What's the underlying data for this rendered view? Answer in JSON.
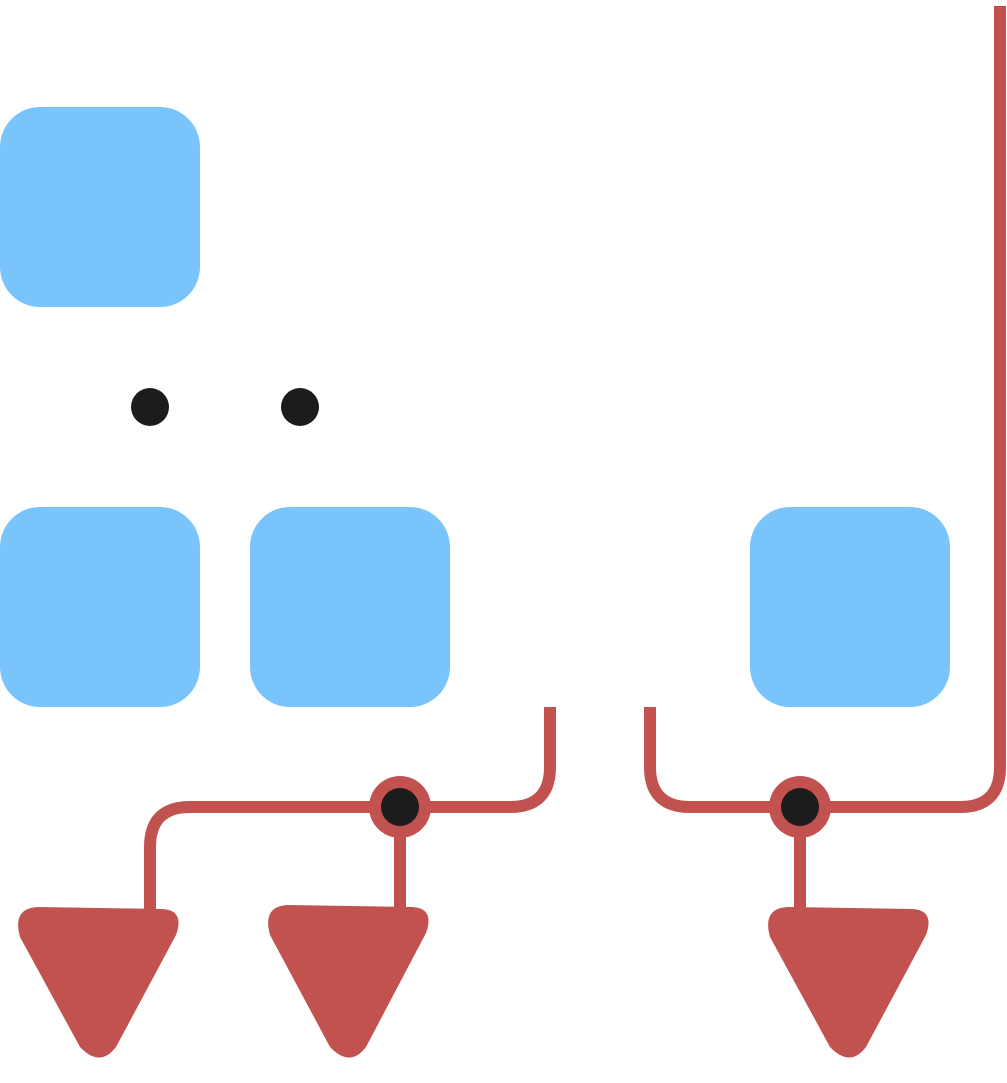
{
  "diagram": {
    "colors": {
      "node_fill": "#7ac4fc",
      "connector": "#c25250",
      "junction_dot": "#1c1c1c",
      "background": "#ffffff"
    },
    "nodes": [
      {
        "id": "node-top-left",
        "label": ""
      },
      {
        "id": "node-bottom-1",
        "label": ""
      },
      {
        "id": "node-bottom-2",
        "label": ""
      },
      {
        "id": "node-bottom-right",
        "label": ""
      }
    ],
    "loose_dots": 2,
    "junctions": 2,
    "arrowheads": 3
  }
}
